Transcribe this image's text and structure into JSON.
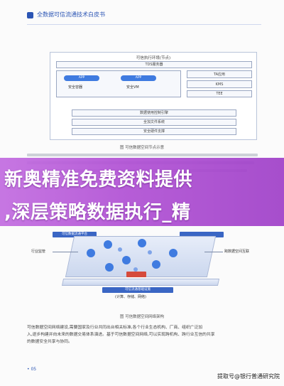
{
  "header": {
    "title": "全数据可信流通技术白皮书"
  },
  "figure1": {
    "top_label": "可信执行环境(节点)",
    "tds_label": "TDS服务器",
    "app_pill_1": "APP",
    "app_pill_2": "APP",
    "secure_env_1": "安全容器",
    "secure_env_2": "安全VM",
    "ta_label": "TA应用",
    "kms_label": "KMS",
    "tee_label": "TEE",
    "data_control": "数据使用控制引擎",
    "fs_label": "全加文件系统",
    "hw_label": "安全硬件支撑",
    "caption": "图 可信数据空间节点示意"
  },
  "figure2": {
    "top_bar": "可信数据流通平台",
    "left_node": "行业监管",
    "right_node": "跨数据空间互联",
    "bottom_bar": "可信流通基础设施",
    "sub_bottom": "(计算、存储、网络)",
    "caption": "图 可信数据空间网络架构"
  },
  "overlay": {
    "line1": "新奥精准免费资料提供",
    "line2": ",深层策略数据执行_精"
  },
  "paragraph": {
    "line1": "可信数据空间网络建设,需要国家及行业共同出台相关标准,各个行业生态机构、厂商、组织广泛加",
    "line2": "入,逐步构建并向未来的数据交易体系演进。基于可信数据空间网络,可以实现跨机构、跨行业互信的共享",
    "line3": "的数据安全共享与协同。"
  },
  "footer": {
    "page_number": "• 05",
    "watermark": "提取号@银行普通研究院"
  }
}
